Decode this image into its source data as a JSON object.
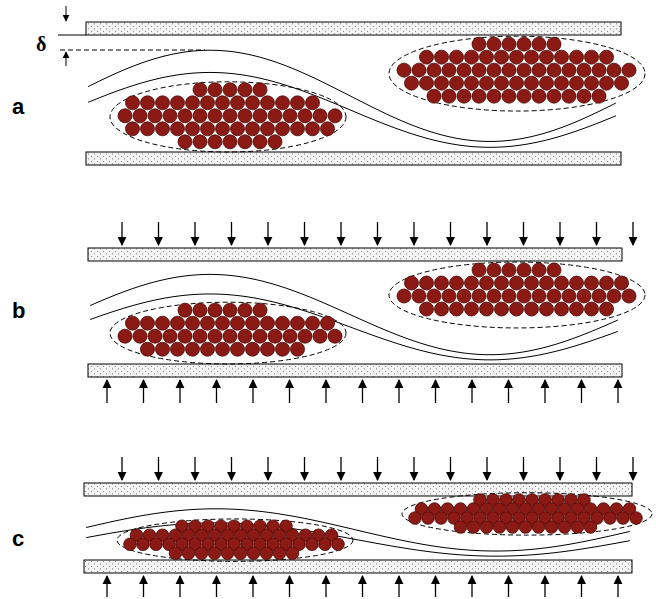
{
  "diagram": {
    "labels": [
      "δ",
      "a",
      "b",
      "c"
    ]
  }
}
